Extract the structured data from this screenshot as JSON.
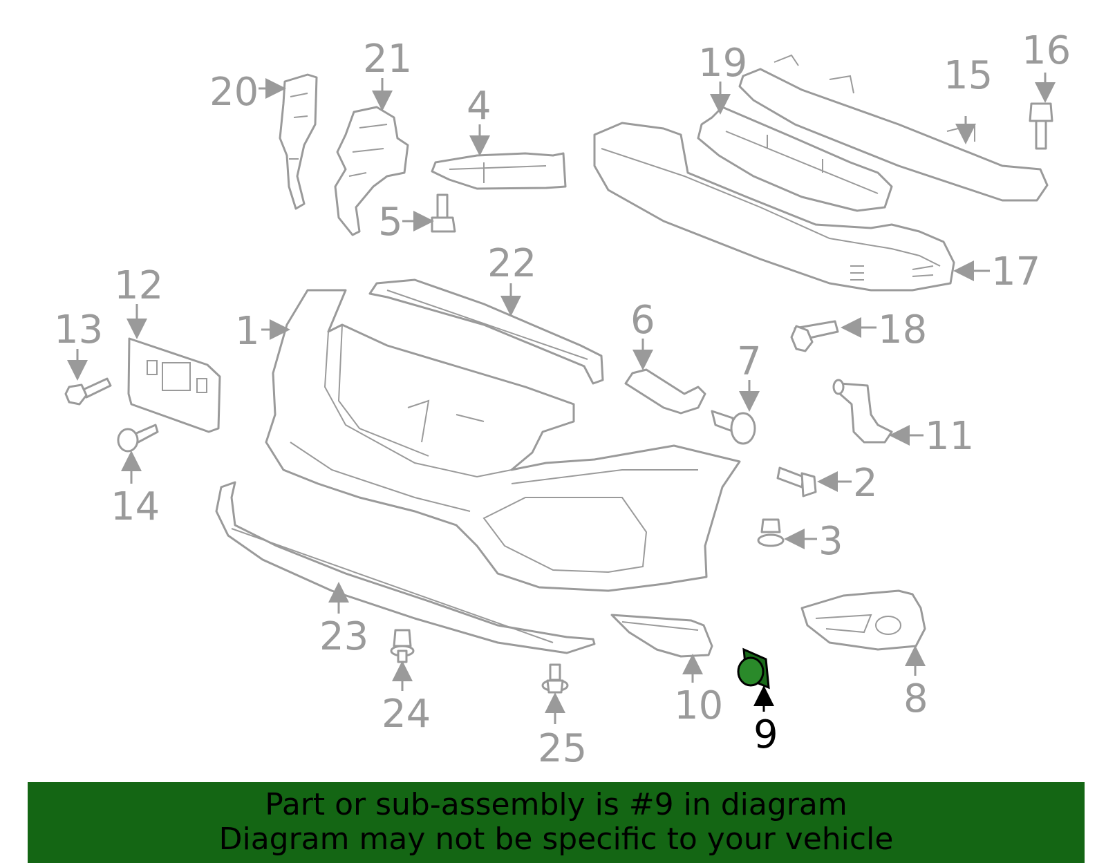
{
  "callouts": {
    "n1": "1",
    "n2": "2",
    "n3": "3",
    "n4": "4",
    "n5": "5",
    "n6": "6",
    "n7": "7",
    "n8": "8",
    "n9": "9",
    "n10": "10",
    "n11": "11",
    "n12": "12",
    "n13": "13",
    "n14": "14",
    "n15": "15",
    "n16": "16",
    "n17": "17",
    "n18": "18",
    "n19": "19",
    "n20": "20",
    "n21": "21",
    "n22": "22",
    "n23": "23",
    "n24": "24",
    "n25": "25"
  },
  "highlighted_part": "9",
  "colors": {
    "line_art": "#9a9a9a",
    "highlight_part": "#1a7a1a",
    "banner_background": "#146614",
    "banner_text": "#000000"
  },
  "banner": {
    "line1": "Part or sub-assembly is #9 in diagram",
    "line2": "Diagram may not be specific to your vehicle"
  }
}
